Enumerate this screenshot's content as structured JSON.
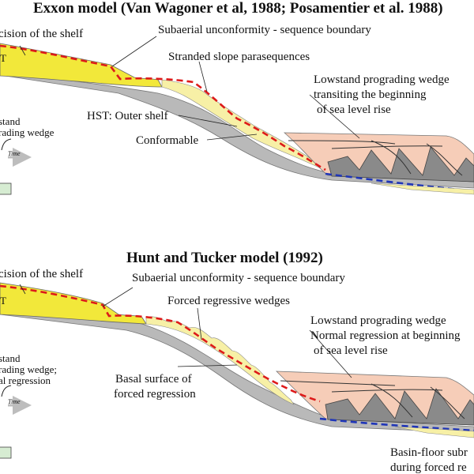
{
  "top": {
    "title": "Exxon model (Van Wagoner et al, 1988; Posamentier et al. 1988)",
    "incision": "cision of the shelf",
    "unconformity": "Subaerial unconformity - sequence boundary",
    "parasequences": "Stranded slope parasequences",
    "lowstand": [
      "Lowstand prograding wedge",
      "transiting the beginning",
      "of sea level rise"
    ],
    "hst": "HST: Outer shelf",
    "conformable": "Conformable",
    "left_text": [
      "stand",
      "rading wedge"
    ],
    "time": "Time",
    "st": "T"
  },
  "bottom": {
    "title": "Hunt and Tucker model (1992)",
    "incision": "cision of the shelf",
    "unconformity": "Subaerial unconformity - sequence boundary",
    "forced": "Forced regressive wedges",
    "lowstand": [
      "Lowstand prograding wedge",
      "Normal regression at beginning",
      "of sea level rise"
    ],
    "basal": [
      "Basal surface of",
      "forced regression"
    ],
    "left_text": [
      "stand",
      "rading wedge;",
      "al regression"
    ],
    "time": "Time",
    "st": "T",
    "basin_floor": [
      "Basin-floor subr",
      "during forced re"
    ]
  },
  "colors": {
    "shelf_yellow": "#f2e83a",
    "sand_light": "#f7f0a6",
    "slope_grey": "#b9b9b9",
    "dark_grey": "#8a8a8a",
    "lowstand_pink": "#f6cdb8",
    "unconformity_red": "#dd1a1a",
    "basal_blue": "#1f35b8",
    "legend_green": "#d6ecd2"
  }
}
